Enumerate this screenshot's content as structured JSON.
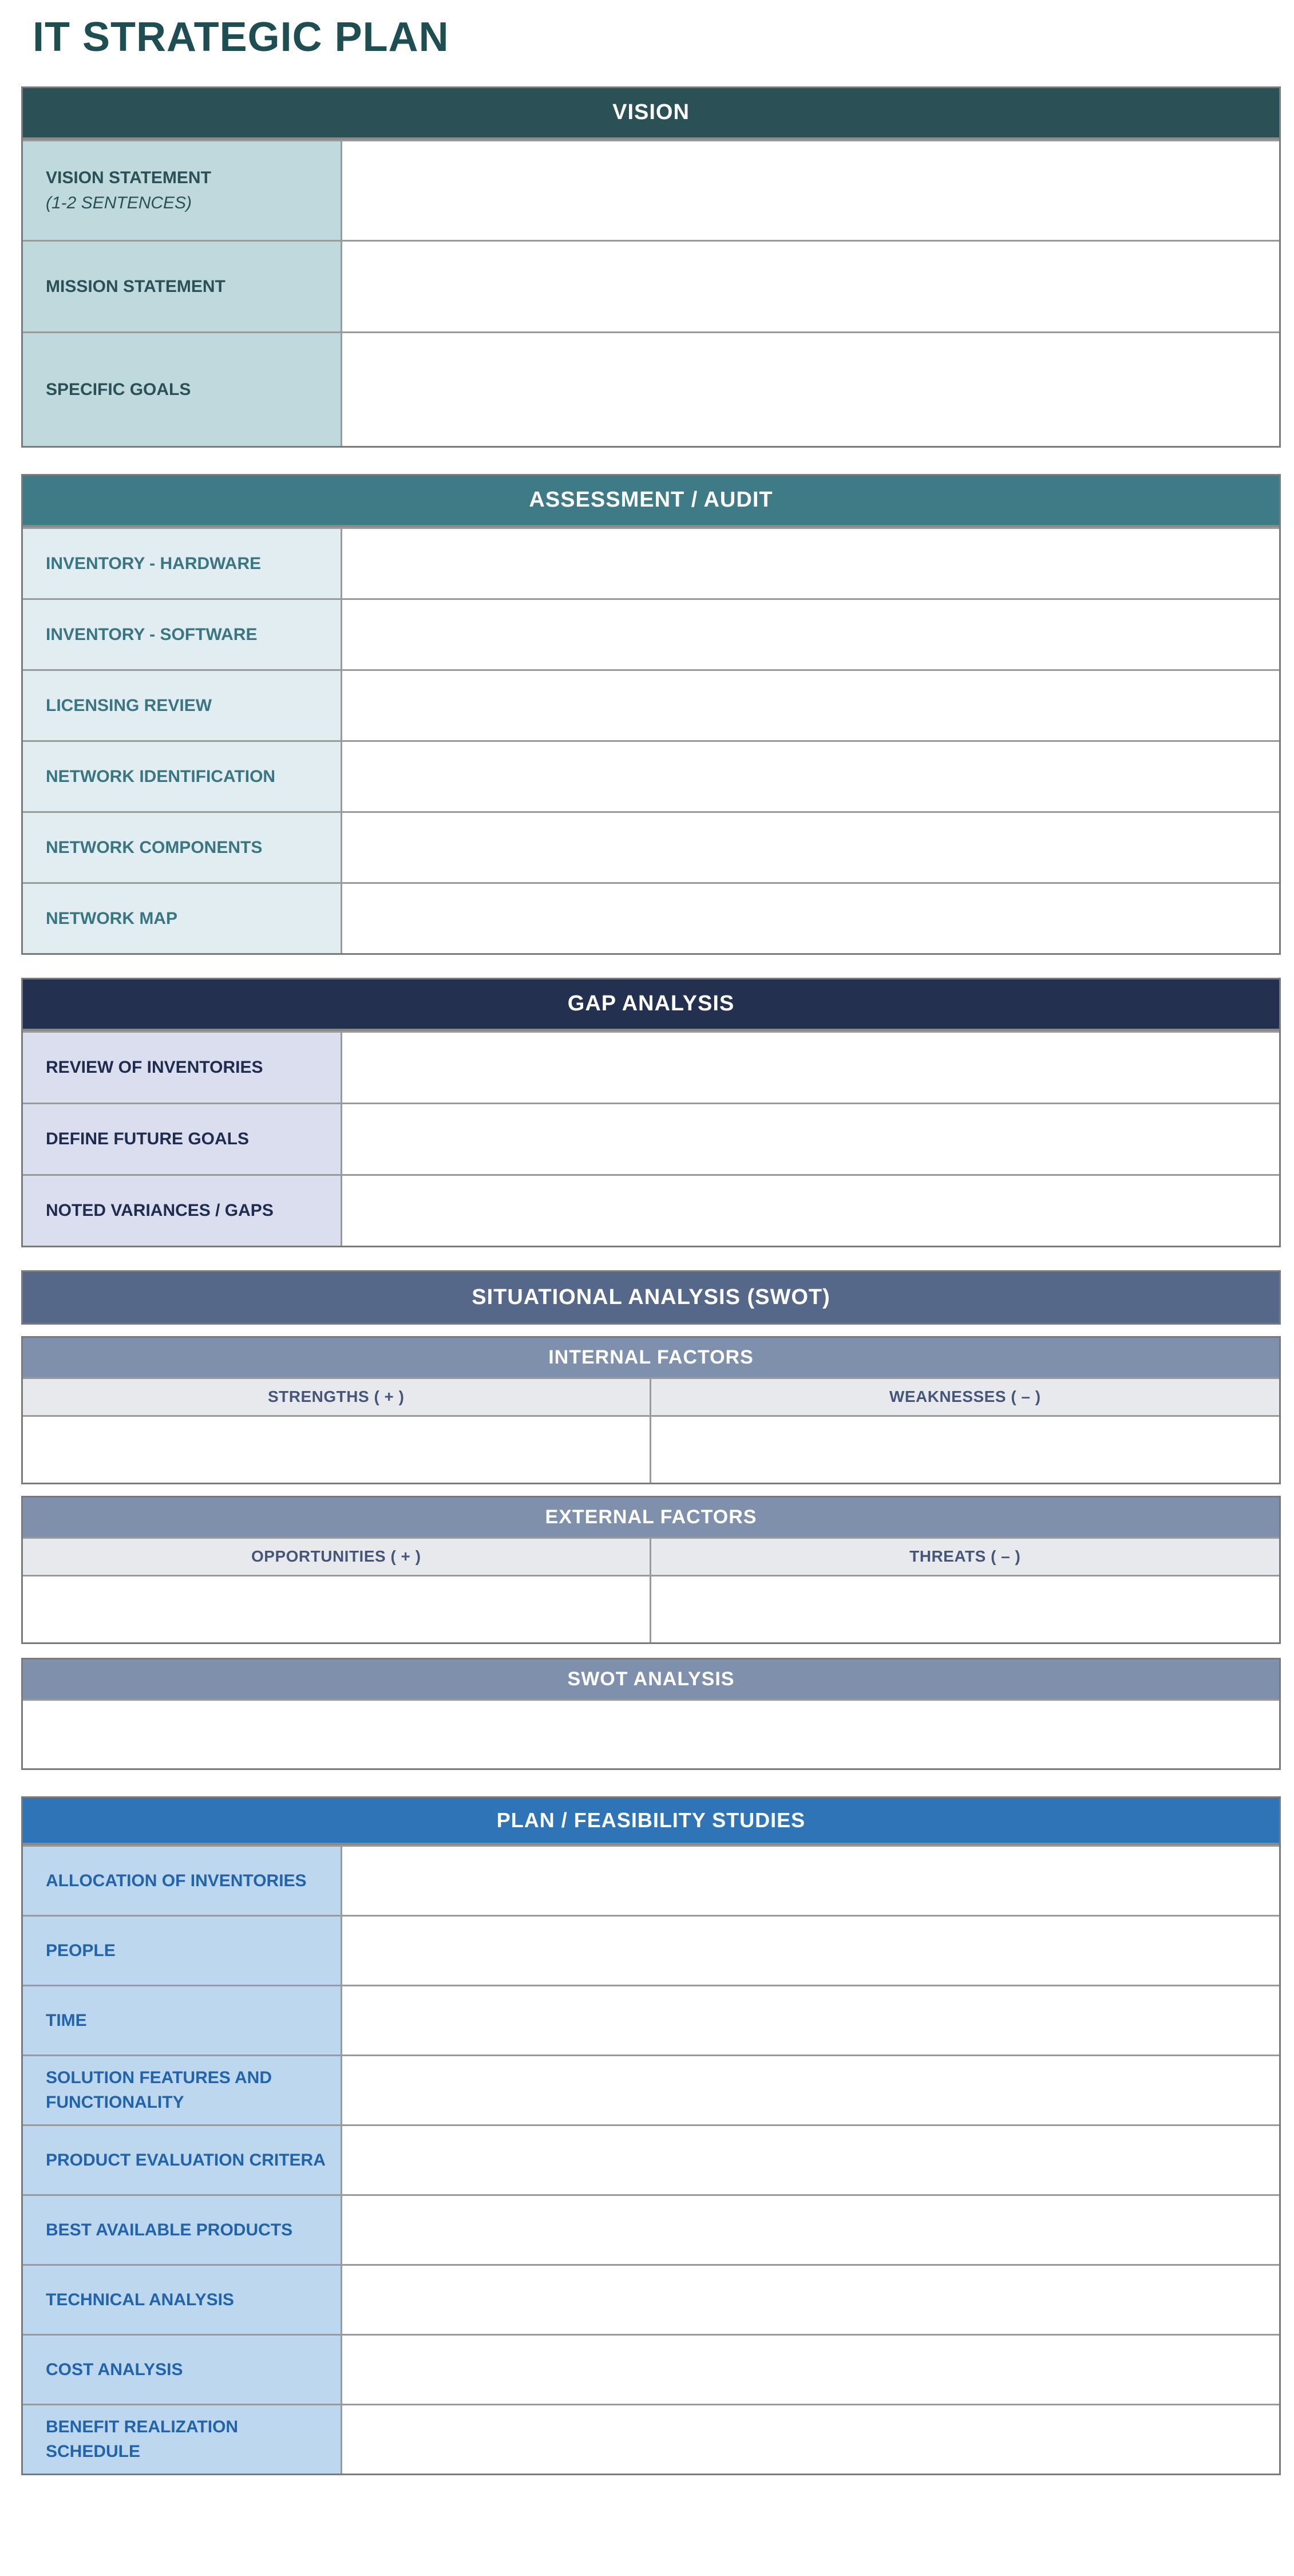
{
  "title": "IT STRATEGIC PLAN",
  "vision": {
    "header": "VISION",
    "rows": [
      {
        "label": "VISION STATEMENT",
        "note": "(1-2 SENTENCES)",
        "value": ""
      },
      {
        "label": "MISSION STATEMENT",
        "value": ""
      },
      {
        "label": "SPECIFIC GOALS",
        "value": ""
      }
    ]
  },
  "assessment": {
    "header": "ASSESSMENT / AUDIT",
    "rows": [
      {
        "label": "INVENTORY - HARDWARE",
        "value": ""
      },
      {
        "label": "INVENTORY - SOFTWARE",
        "value": ""
      },
      {
        "label": "LICENSING REVIEW",
        "value": ""
      },
      {
        "label": "NETWORK IDENTIFICATION",
        "value": ""
      },
      {
        "label": "NETWORK COMPONENTS",
        "value": ""
      },
      {
        "label": "NETWORK MAP",
        "value": ""
      }
    ]
  },
  "gap": {
    "header": "GAP ANALYSIS",
    "rows": [
      {
        "label": "REVIEW OF INVENTORIES",
        "value": ""
      },
      {
        "label": "DEFINE FUTURE GOALS",
        "value": ""
      },
      {
        "label": "NOTED VARIANCES / GAPS",
        "value": ""
      }
    ]
  },
  "swot": {
    "header": "SITUATIONAL ANALYSIS (SWOT)",
    "internal": {
      "header": "INTERNAL FACTORS",
      "left_col": "STRENGTHS ( + )",
      "right_col": "WEAKNESSES ( – )",
      "left_value": "",
      "right_value": ""
    },
    "external": {
      "header": "EXTERNAL FACTORS",
      "left_col": "OPPORTUNITIES ( + )",
      "right_col": "THREATS ( – )",
      "left_value": "",
      "right_value": ""
    },
    "analysis": {
      "header": "SWOT ANALYSIS",
      "value": ""
    }
  },
  "plan": {
    "header": "PLAN / FEASIBILITY STUDIES",
    "rows": [
      {
        "label": "ALLOCATION OF INVENTORIES",
        "value": ""
      },
      {
        "label": "PEOPLE",
        "value": ""
      },
      {
        "label": "TIME",
        "value": ""
      },
      {
        "label": "SOLUTION FEATURES AND FUNCTIONALITY",
        "value": ""
      },
      {
        "label": "PRODUCT EVALUATION CRITERA",
        "value": ""
      },
      {
        "label": "BEST AVAILABLE PRODUCTS",
        "value": ""
      },
      {
        "label": "TECHNICAL ANALYSIS",
        "value": ""
      },
      {
        "label": "COST ANALYSIS",
        "value": ""
      },
      {
        "label": "BENEFIT REALIZATION SCHEDULE",
        "value": ""
      }
    ]
  },
  "colors": {
    "title_text": "#1E4D52",
    "vision_header_bg": "#2B5157",
    "vision_label_bg": "#BFD9DD",
    "vision_label_text": "#2A5156",
    "assessment_header_bg": "#3E7B87",
    "assessment_label_bg": "#E2EDF1",
    "assessment_label_text": "#3A7682",
    "gap_header_bg": "#24304F",
    "gap_label_bg": "#DADEEF",
    "gap_label_text": "#202C4E",
    "swot_header_bg": "#56688A",
    "swot_band_bg": "#7E90AB",
    "swot_column_header_bg": "#E7E9ED",
    "swot_column_header_text": "#46567A",
    "plan_header_bg": "#2E74B6",
    "plan_label_bg": "#BDD7EE",
    "plan_label_text": "#2163AC",
    "header_text": "#FFFFFF",
    "border": "#8A8A8A"
  }
}
